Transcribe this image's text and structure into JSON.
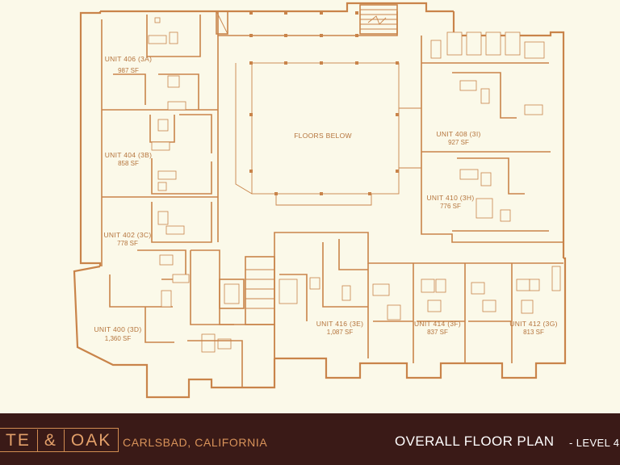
{
  "brand": {
    "logo_parts": [
      "TE",
      "&",
      "OAK"
    ],
    "location": "CARLSBAD, CALIFORNIA"
  },
  "plan": {
    "title": "OVERALL FLOOR PLAN",
    "level": "- LEVEL 4",
    "courtyard_label": "FLOORS BELOW",
    "units": [
      {
        "name": "UNIT 406 (3A)",
        "area": "987 SF"
      },
      {
        "name": "UNIT 404 (3B)",
        "area": "858 SF"
      },
      {
        "name": "UNIT 402 (3C)",
        "area": "778 SF"
      },
      {
        "name": "UNIT 400 (3D)",
        "area": "1,360 SF"
      },
      {
        "name": "UNIT 408 (3I)",
        "area": "927 SF"
      },
      {
        "name": "UNIT 410 (3H)",
        "area": "776 SF"
      },
      {
        "name": "UNIT 416 (3E)",
        "area": "1,087 SF"
      },
      {
        "name": "UNIT 414 (3F)",
        "area": "837 SF"
      },
      {
        "name": "UNIT 412 (3G)",
        "area": "813 SF"
      }
    ]
  },
  "colors": {
    "line": "#c9844a",
    "background": "#fbf9e9",
    "footer": "#3a1a17",
    "accent": "#d9935a"
  }
}
